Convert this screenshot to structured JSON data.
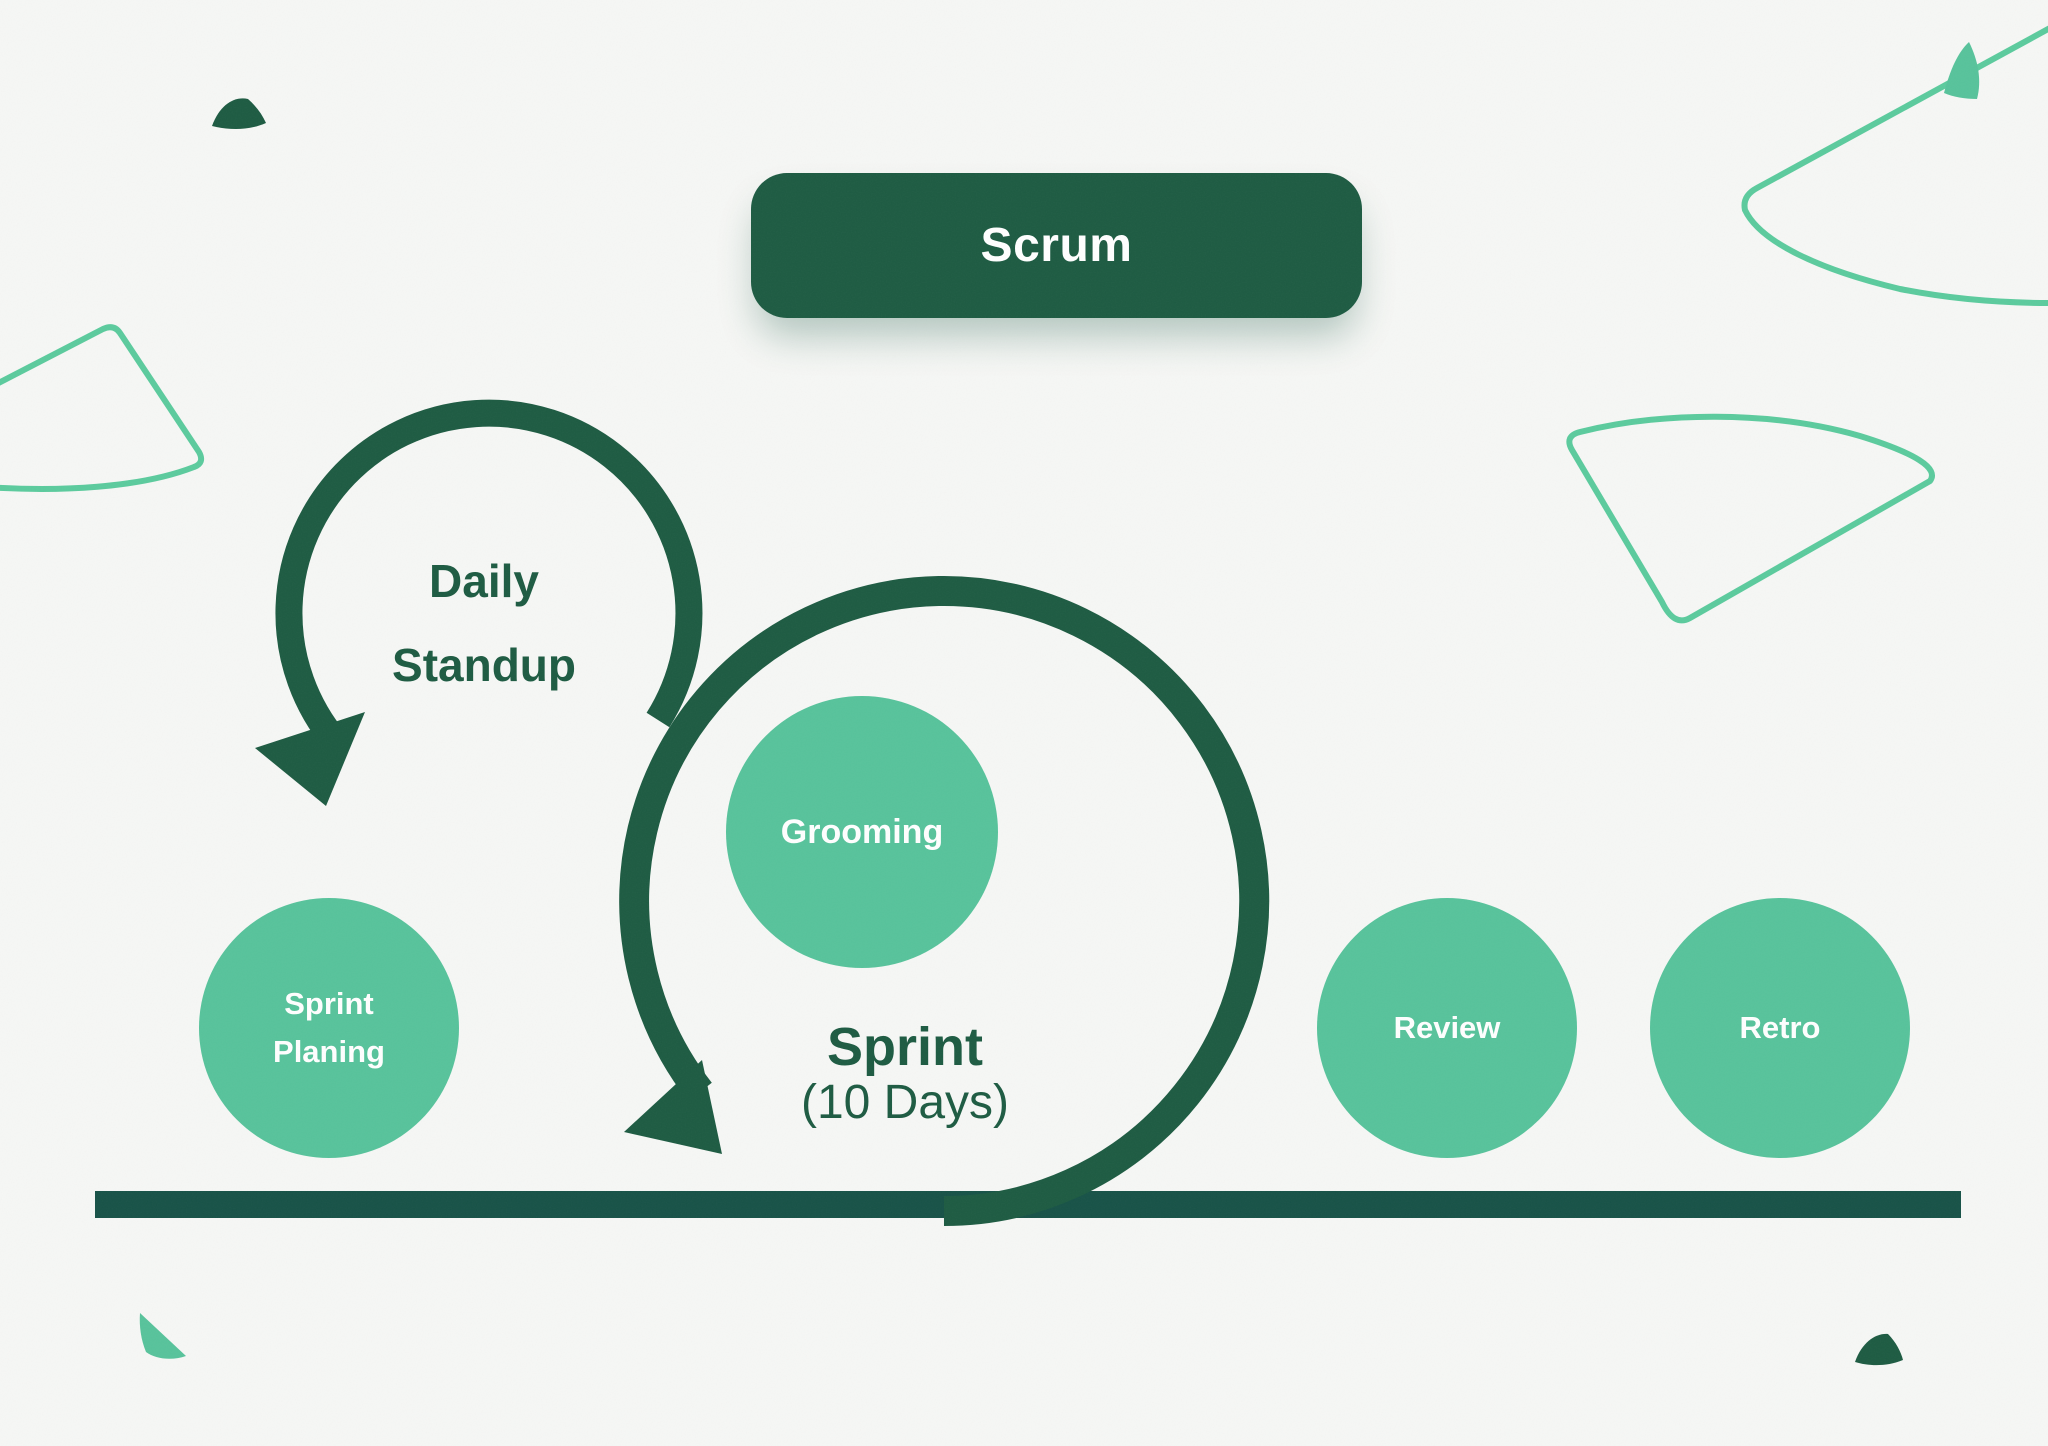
{
  "title": {
    "label": "Scrum"
  },
  "loops": {
    "daily": {
      "line1": "Daily",
      "line2": "Standup"
    },
    "sprint": {
      "label": "Sprint",
      "sublabel": "(10 Days)"
    }
  },
  "nodes": {
    "planing": {
      "line1": "Sprint",
      "line2": "Planing"
    },
    "grooming": {
      "label": "Grooming"
    },
    "review": {
      "label": "Review"
    },
    "retro": {
      "label": "Retro"
    }
  },
  "colors": {
    "dark_green": "#1D5B42",
    "baseline_green": "#175247",
    "node_green": "#57C39B",
    "deco_outline_green": "#5BCB9D",
    "background": "#F6F7F5",
    "text_on_dark": "#FFFFFF"
  }
}
